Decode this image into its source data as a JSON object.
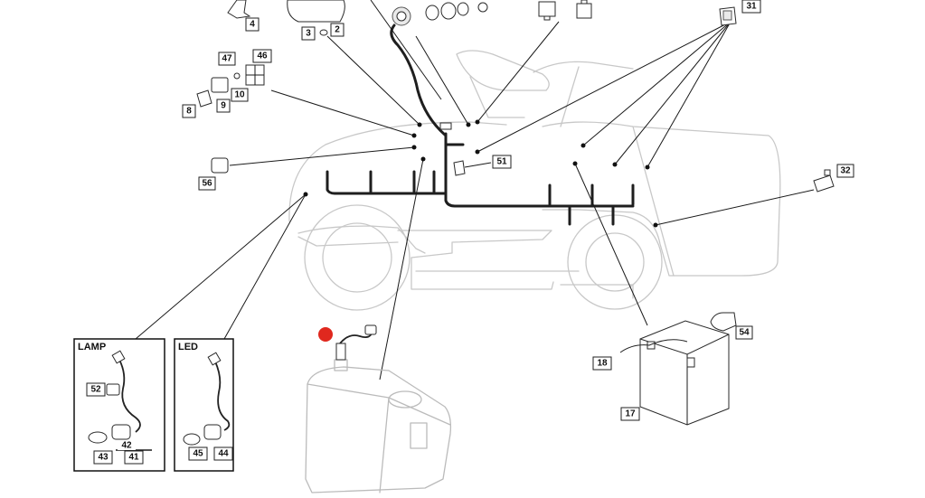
{
  "callouts": {
    "c2": "2",
    "c3": "3",
    "c4": "4",
    "c8": "8",
    "c9": "9",
    "c10": "10",
    "c17": "17",
    "c18": "18",
    "c31": "31",
    "c32": "32",
    "c41": "41",
    "c42": "42",
    "c43": "43",
    "c44": "44",
    "c45": "45",
    "c46": "46",
    "c47": "47",
    "c51": "51",
    "c52": "52",
    "c54": "54",
    "c56": "56"
  },
  "insets": {
    "lamp_title": "LAMP",
    "led_title": "LED"
  },
  "colors": {
    "harness": "#1e1e1e",
    "ghost_outline": "#c8c8c8",
    "fuel_sender_highlight": "#e0281e"
  }
}
